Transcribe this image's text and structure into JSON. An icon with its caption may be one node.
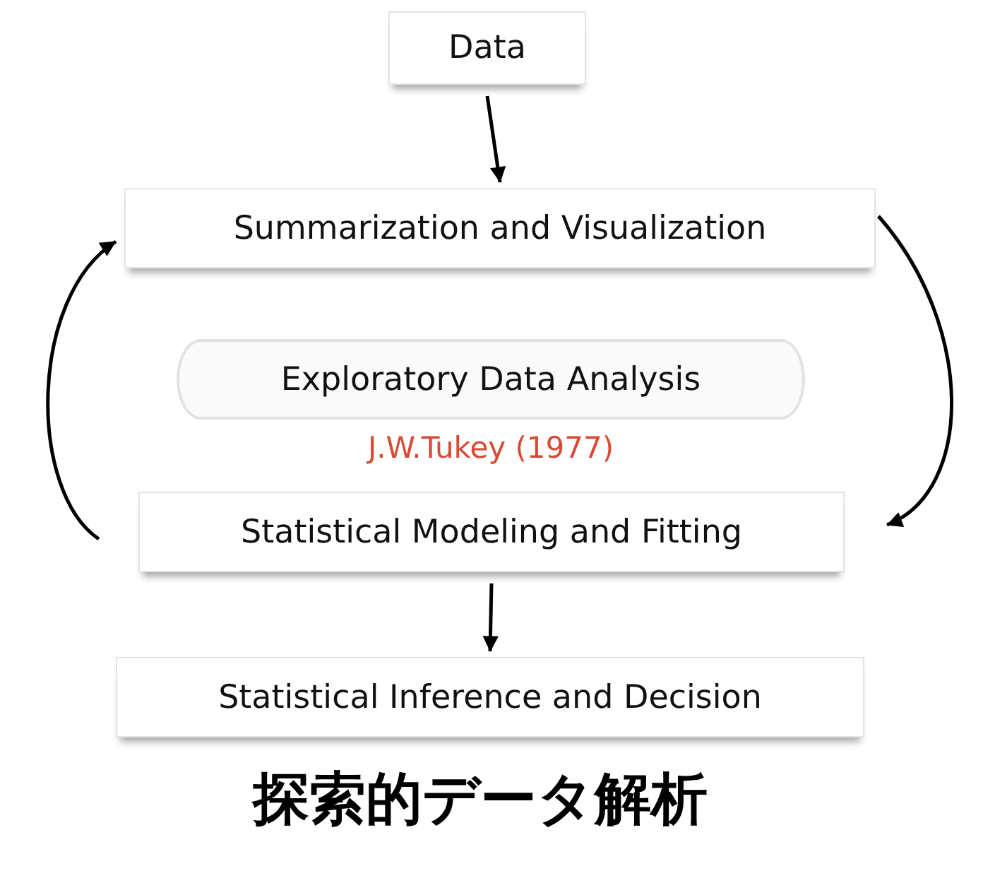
{
  "diagram": {
    "caption": "探索的データ解析",
    "nodes": [
      {
        "text": [
          "Data"
        ]
      },
      {
        "text": [
          "Summarization and Visualization"
        ]
      },
      {
        "text": [
          "Exploratory Data Analysis"
        ],
        "beside": [
          "J.W.Tukey (1977)"
        ]
      },
      {
        "text": [
          "Statistical Modeling and Fitting"
        ]
      },
      {
        "text": [
          "Statistical Inference and Decision"
        ]
      }
    ],
    "edges": [
      {
        "from": 0,
        "to": 1,
        "arrow": "to"
      },
      {
        "from": 1,
        "to": 3,
        "arrow": "to"
      },
      {
        "from": 3,
        "to": 1,
        "arrow": "to"
      },
      {
        "from": 3,
        "to": 4,
        "arrow": "to"
      }
    ]
  }
}
